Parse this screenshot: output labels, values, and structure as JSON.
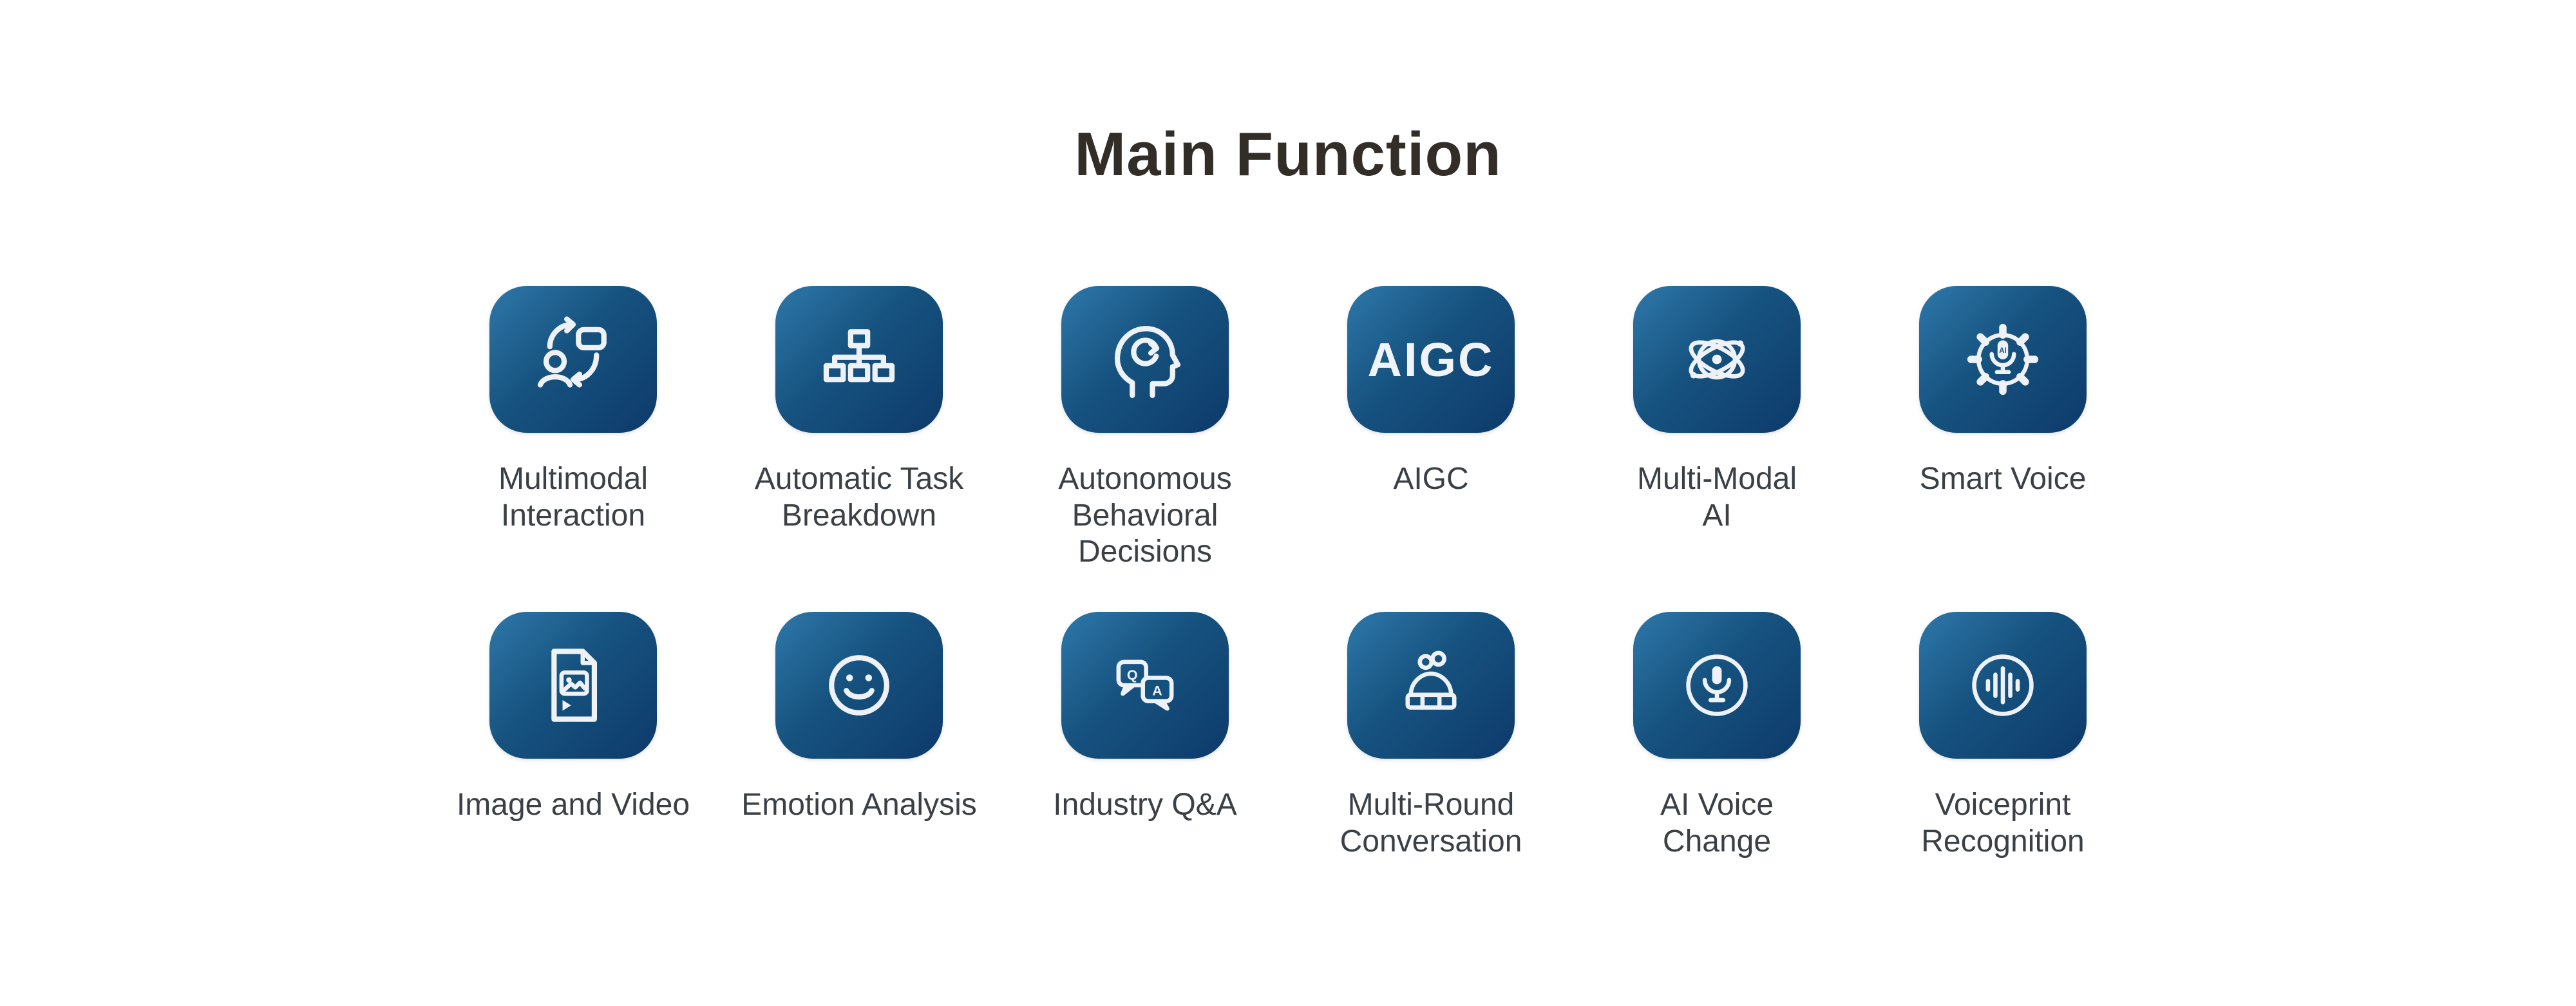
{
  "page": {
    "title": "Main Function"
  },
  "colors": {
    "tile_gradient_start": "#2e78aa",
    "tile_gradient_end": "#0d3a6a",
    "heading_text": "#332d28",
    "label_text": "#3a4046",
    "icon_stroke": "#eef2f6"
  },
  "grid": {
    "tiles": [
      {
        "icon": "multimodal-interaction-icon",
        "label": "Multimodal\nInteraction"
      },
      {
        "icon": "task-breakdown-icon",
        "label": "Automatic Task\nBreakdown"
      },
      {
        "icon": "behavioral-decisions-icon",
        "label": "Autonomous\nBehavioral\nDecisions"
      },
      {
        "icon": "aigc-text-icon",
        "icon_text": "AIGC",
        "label": "AIGC"
      },
      {
        "icon": "atom-icon",
        "label": "Multi-Modal\nAI"
      },
      {
        "icon": "gear-mic-icon",
        "icon_text": "AI",
        "label": "Smart Voice"
      },
      {
        "icon": "media-document-icon",
        "label": "Image and Video"
      },
      {
        "icon": "smiley-icon",
        "label": "Emotion Analysis"
      },
      {
        "icon": "qa-bubbles-icon",
        "icon_q": "Q",
        "icon_a": "A",
        "label": "Industry Q&A"
      },
      {
        "icon": "conversation-icon",
        "label": "Multi-Round\nConversation"
      },
      {
        "icon": "microphone-circle-icon",
        "label": "AI Voice\nChange"
      },
      {
        "icon": "waveform-circle-icon",
        "label": "Voiceprint\nRecognition"
      }
    ]
  }
}
